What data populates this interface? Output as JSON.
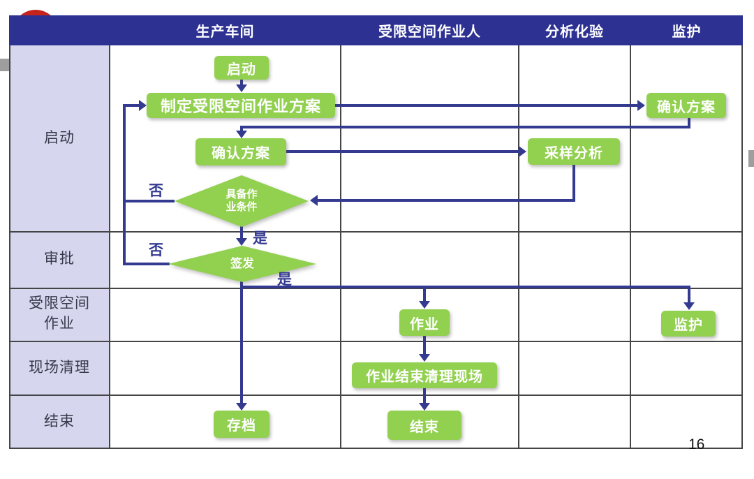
{
  "header": {
    "columns": [
      "生产车间",
      "受限空间作业人",
      "分析化验",
      "监护"
    ]
  },
  "phases": [
    "启动",
    "审批",
    "受限空间\n作业",
    "现场清理",
    "结束"
  ],
  "nodes": {
    "start": "启动",
    "plan": "制定受限空间作业方案",
    "confirm_plan_monitor": "确认方案",
    "confirm_plan_workshop": "确认方案",
    "sampling": "采样分析",
    "condition_check": "具备作\n业条件",
    "sign_off": "签发",
    "work": "作业",
    "monitor": "监护",
    "cleanup": "作业结束清理现场",
    "archive": "存档",
    "end": "结束"
  },
  "branch_labels": {
    "condition_no": "否",
    "condition_yes": "是",
    "sign_no": "否",
    "sign_yes": "是"
  },
  "page_number": "16",
  "colors": {
    "header_bar": "#2d3192",
    "lane_label_bg": "#d6d7ef",
    "node_green": "#92d050",
    "line_navy": "#343a90",
    "grid_gray": "#454545",
    "logo_red": "#c5231b",
    "tab_gray": "#9e9e9e",
    "page_bg": "#ffffff"
  }
}
